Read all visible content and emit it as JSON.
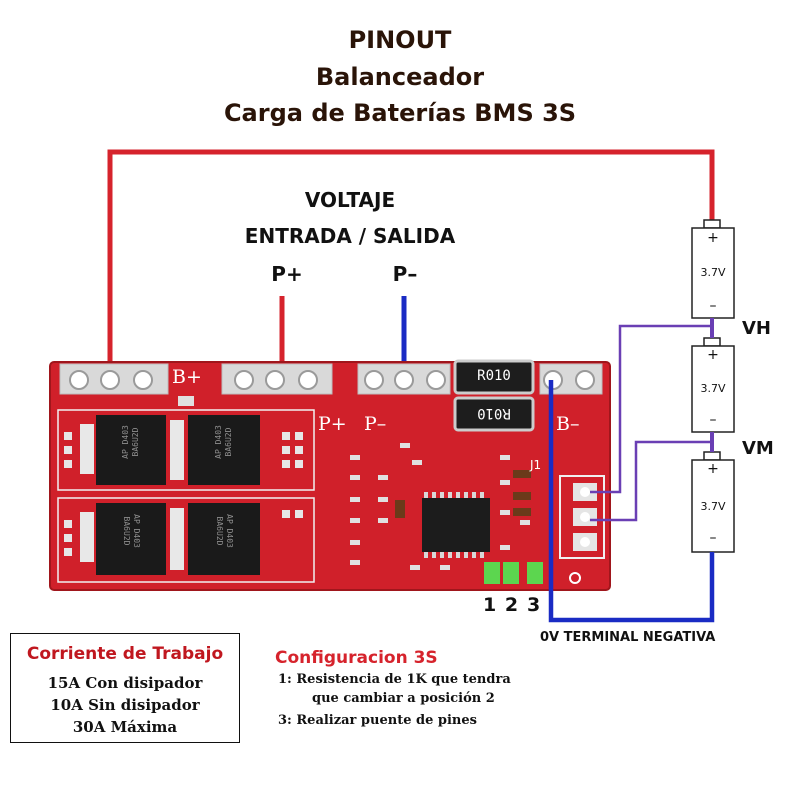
{
  "title": {
    "line1": "PINOUT",
    "line2": "Balanceador",
    "line3": "Carga de Baterías BMS 3S"
  },
  "voltage_label": {
    "line1": "VOLTAJE",
    "line2": "ENTRADA / SALIDA"
  },
  "terminals": {
    "p_plus": "P+",
    "p_minus": "P–"
  },
  "board": {
    "label_b_plus": "B+",
    "label_p_plus": "P+",
    "label_p_minus": "P–",
    "label_b_minus": "B–",
    "label_j1": "J1",
    "resistor_top": "R010",
    "resistor_bottom": "R010",
    "mosfet_codes": [
      "AP D403\nBA6U2D",
      "AP D403\nBA6U2D",
      "AP D403\nBA6U2D",
      "AP D403\nBA6U2D"
    ]
  },
  "batteries": [
    {
      "plus": "+",
      "voltage": "3.7V",
      "minus": "–"
    },
    {
      "plus": "+",
      "voltage": "3.7V",
      "minus": "–"
    },
    {
      "plus": "+",
      "voltage": "3.7V",
      "minus": "–"
    }
  ],
  "tap_labels": {
    "vh": "VH",
    "vm": "VM"
  },
  "pin_labels": {
    "p12": "1 2",
    "p3": "3"
  },
  "negative_label": "0V TERMINAL NEGATIVA",
  "current_box": {
    "header": "Corriente de Trabajo",
    "lines": [
      "15A Con disipador",
      "10A Sin disipador",
      "30A Máxima"
    ]
  },
  "config": {
    "title": "Configuracion 3S",
    "lines": [
      "1: Resistencia de 1K que tendra",
      "que cambiar a posición 2",
      "3: Realizar puente de pines"
    ]
  },
  "colors": {
    "pcb_red": "#d0202a",
    "wire_red": "#d6232c",
    "wire_blue": "#1a2bc4",
    "wire_purple": "#6a3fb4",
    "title_brown": "#2a1408"
  }
}
